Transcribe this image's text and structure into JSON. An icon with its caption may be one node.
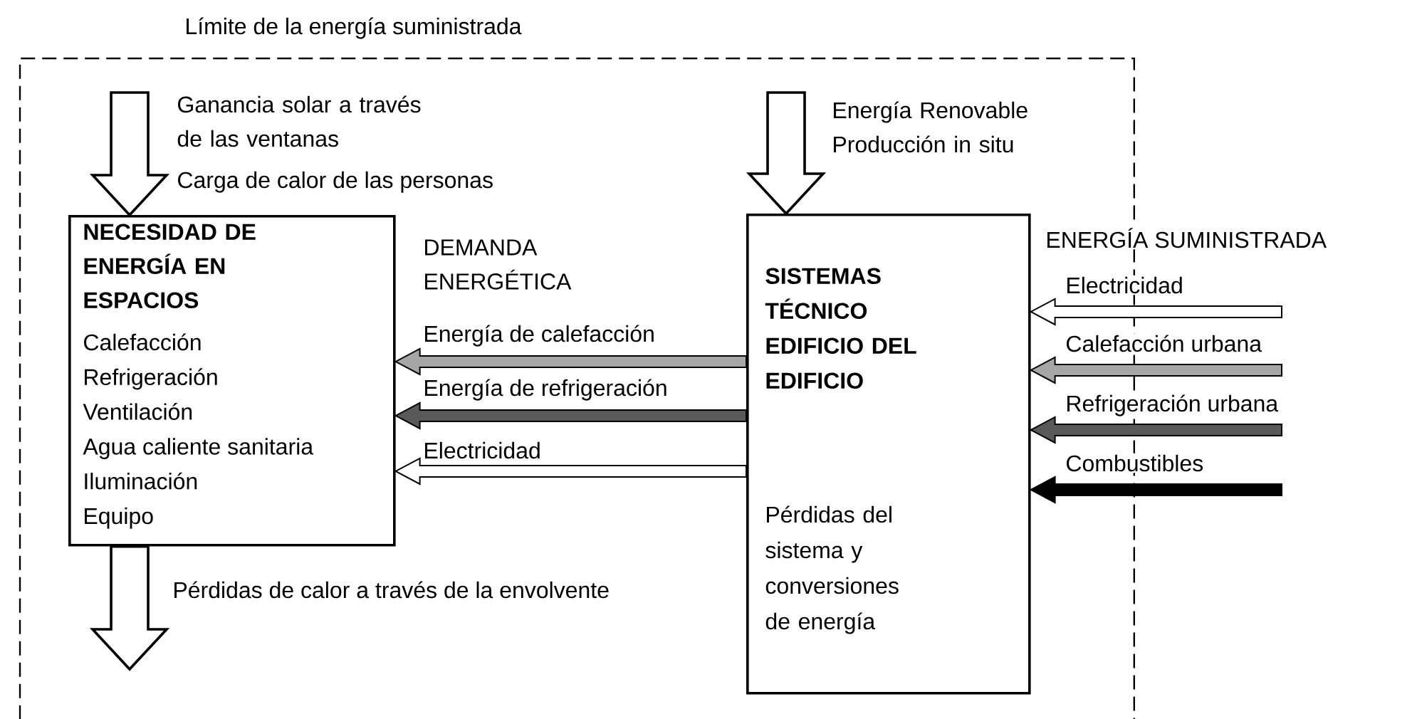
{
  "diagram": {
    "nodes": [
      {
        "text": [
          "Límite de la energía suministrada"
        ]
      },
      {
        "text": [
          "NECESIDAD DE ENERGÍA EN ESPACIOS",
          "Calefacción",
          "Refrigeración",
          "Ventilación",
          "Agua caliente sanitaria",
          "Iluminación",
          "Equipo"
        ],
        "in": 0
      },
      {
        "text": [
          "SISTEMAS TÉCNICO EDIFICIO DEL EDIFICIO",
          "Pérdidas del sistema y conversiones de energía"
        ],
        "in": 0
      }
    ],
    "edges": [
      {
        "from": null,
        "to": 1,
        "arrow": "to",
        "label": "Ganancia solar a través de las ventanas"
      },
      {
        "from": null,
        "to": 2,
        "arrow": "to",
        "label": "Energía Renovable Producción in situ"
      },
      {
        "from": 1,
        "to": null,
        "arrow": "to",
        "label": "Pérdidas de calor a través de la envolvente"
      },
      {
        "from": 2,
        "to": 1,
        "arrow": "to",
        "label": "Energía de calefacción",
        "color": "#a6a6a6"
      },
      {
        "from": 2,
        "to": 1,
        "arrow": "to",
        "label": "Energía de refrigeración",
        "color": "#595959"
      },
      {
        "from": 2,
        "to": 1,
        "arrow": "to",
        "label": "Electricidad"
      },
      {
        "from": null,
        "to": 2,
        "arrow": "to",
        "label": "Electricidad"
      },
      {
        "from": null,
        "to": 2,
        "arrow": "to",
        "label": "Calefacción urbana",
        "color": "#a6a6a6"
      },
      {
        "from": null,
        "to": 2,
        "arrow": "to",
        "label": "Refrigeración urbana",
        "color": "#595959"
      },
      {
        "from": null,
        "to": 2,
        "arrow": "to",
        "label": "Combustibles",
        "color": "#000000"
      }
    ],
    "labels": [
      "Carga de calor de las personas",
      "DEMANDA ENERGÉTICA",
      "ENERGÍA SUMINISTRADA"
    ]
  }
}
